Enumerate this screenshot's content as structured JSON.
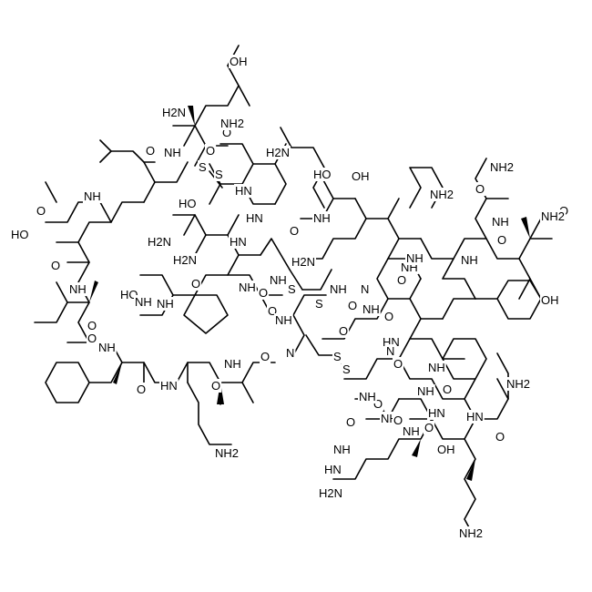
{
  "molecule": {
    "labels": [
      {
        "id": "oh-top",
        "text": "OH"
      },
      {
        "id": "nh2-top",
        "text": "H2N"
      },
      {
        "id": "nh-1",
        "text": "NH"
      },
      {
        "id": "o-1",
        "text": "O"
      },
      {
        "id": "nh2-gln",
        "text": "NH2"
      },
      {
        "id": "s-1",
        "text": "S"
      },
      {
        "id": "s-2",
        "text": "S"
      },
      {
        "id": "h2n-lys",
        "text": "H2N"
      },
      {
        "id": "hn-1",
        "text": "HN"
      },
      {
        "id": "o-2",
        "text": "O"
      },
      {
        "id": "oh-ser1",
        "text": "HO"
      },
      {
        "id": "oh-ser2",
        "text": "OH"
      },
      {
        "id": "nh-2",
        "text": "NH"
      },
      {
        "id": "o-3",
        "text": "O"
      },
      {
        "id": "nh2-lys2",
        "text": "NH2"
      },
      {
        "id": "o-4",
        "text": "O"
      },
      {
        "id": "nh2-gln2",
        "text": "NH2"
      },
      {
        "id": "o-5",
        "text": "O"
      },
      {
        "id": "nh-3",
        "text": "NH"
      },
      {
        "id": "nh-4",
        "text": "NH"
      },
      {
        "id": "o-6",
        "text": "O"
      },
      {
        "id": "nh2-cterm",
        "text": "NH2"
      },
      {
        "id": "o-7",
        "text": "O"
      },
      {
        "id": "ho-glu",
        "text": "HO"
      },
      {
        "id": "o-8",
        "text": "O"
      },
      {
        "id": "nh-5",
        "text": "NH"
      },
      {
        "id": "o-9",
        "text": "O"
      },
      {
        "id": "oh-glu2",
        "text": "HO"
      },
      {
        "id": "hn-2",
        "text": "HN"
      },
      {
        "id": "h2n-asn",
        "text": "H2N"
      },
      {
        "id": "h2n-2",
        "text": "H2N"
      },
      {
        "id": "nh-6",
        "text": "NH"
      },
      {
        "id": "h2n-3",
        "text": "H2N"
      },
      {
        "id": "o-10",
        "text": "O"
      },
      {
        "id": "nh-7",
        "text": "NH"
      },
      {
        "id": "nh-8",
        "text": "NH"
      },
      {
        "id": "hn-3",
        "text": "HN"
      },
      {
        "id": "s-3",
        "text": "S"
      },
      {
        "id": "s-4",
        "text": "S"
      },
      {
        "id": "o-11",
        "text": "O"
      },
      {
        "id": "nh-9",
        "text": "NH"
      },
      {
        "id": "o-12",
        "text": "O"
      },
      {
        "id": "nh-10",
        "text": "N"
      },
      {
        "id": "ho-ser3",
        "text": "HO"
      },
      {
        "id": "nh-11",
        "text": "NH"
      },
      {
        "id": "o-13",
        "text": "O"
      },
      {
        "id": "nh-12",
        "text": "N"
      },
      {
        "id": "o-14",
        "text": "O"
      },
      {
        "id": "nh-13",
        "text": "NH"
      },
      {
        "id": "o-15",
        "text": "O"
      },
      {
        "id": "nh-14",
        "text": "NH"
      },
      {
        "id": "o-16",
        "text": "O"
      },
      {
        "id": "oh-tyr",
        "text": "OH"
      },
      {
        "id": "nh-15",
        "text": "NH"
      },
      {
        "id": "o-17",
        "text": "O"
      },
      {
        "id": "nh-16",
        "text": "NH"
      },
      {
        "id": "s-5",
        "text": "S"
      },
      {
        "id": "s-6",
        "text": "S"
      },
      {
        "id": "o-18",
        "text": "O"
      },
      {
        "id": "nh-17",
        "text": "NH"
      },
      {
        "id": "o-19",
        "text": "O"
      },
      {
        "id": "nh-18",
        "text": "HN"
      },
      {
        "id": "o-20",
        "text": "O"
      },
      {
        "id": "nh-19",
        "text": "NH"
      },
      {
        "id": "nh-20",
        "text": "NH"
      },
      {
        "id": "o-21",
        "text": "O"
      },
      {
        "id": "nh-21",
        "text": "HN"
      },
      {
        "id": "nh-22",
        "text": "N"
      },
      {
        "id": "nh2-arg",
        "text": "NH2"
      },
      {
        "id": "o-22",
        "text": "O"
      },
      {
        "id": "nh-23",
        "text": "NH"
      },
      {
        "id": "o-23",
        "text": "O"
      },
      {
        "id": "nh-24",
        "text": "NH"
      },
      {
        "id": "hn-4",
        "text": "HN"
      },
      {
        "id": "o-24",
        "text": "O"
      },
      {
        "id": "o-25",
        "text": "O"
      },
      {
        "id": "nh-25",
        "text": "HN"
      },
      {
        "id": "o-26",
        "text": "OH"
      },
      {
        "id": "o-27",
        "text": "O"
      },
      {
        "id": "nh2-lys3",
        "text": "NH2"
      },
      {
        "id": "o-28",
        "text": "O"
      },
      {
        "id": "nh2-lys4",
        "text": "NH2"
      },
      {
        "id": "hn-arg2",
        "text": "HN"
      },
      {
        "id": "nh-arg2",
        "text": "NH"
      },
      {
        "id": "h2n-arg2",
        "text": "H2N"
      },
      {
        "id": "nh-26",
        "text": "NH"
      },
      {
        "id": "o-29",
        "text": "O"
      },
      {
        "id": "nh-27",
        "text": "NH"
      },
      {
        "id": "o-30",
        "text": "O"
      },
      {
        "id": "nh-28",
        "text": "NH"
      }
    ]
  }
}
